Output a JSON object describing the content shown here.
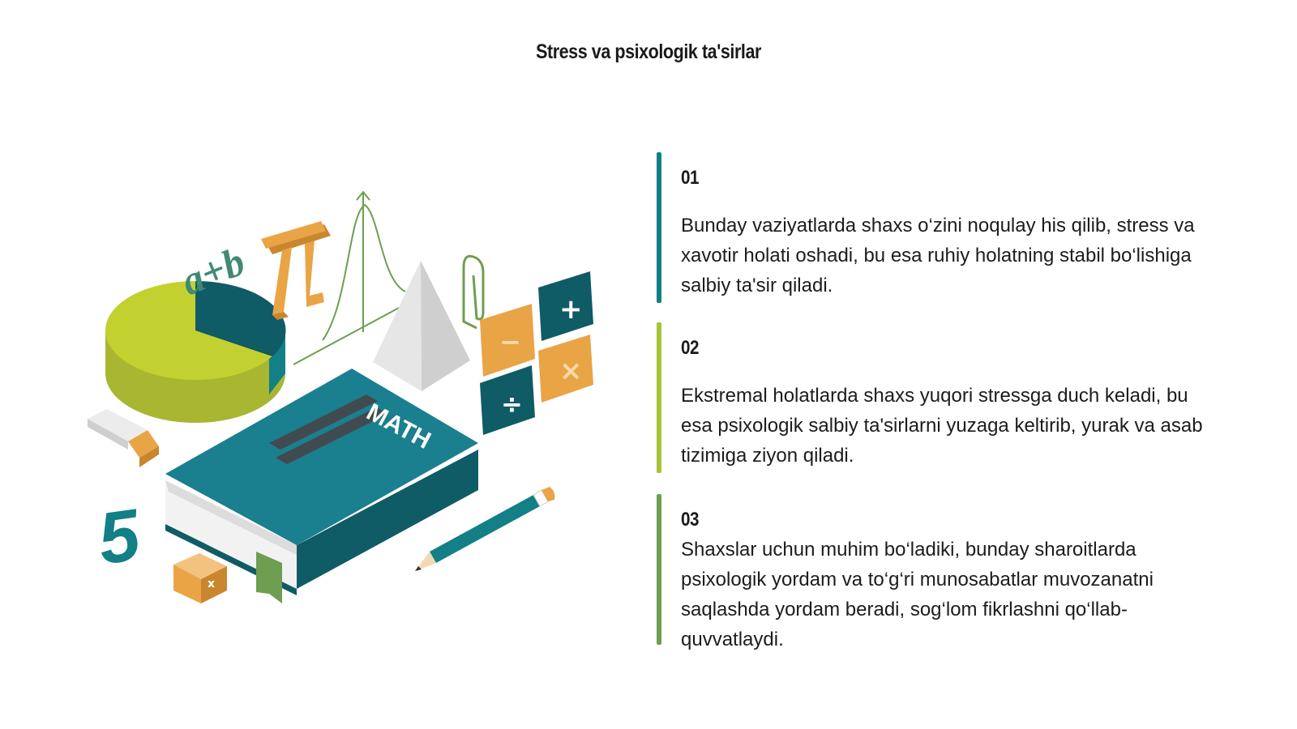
{
  "title": "Stress va psixologik ta'sirlar",
  "illustration": {
    "book_label": "MATH",
    "formula": "a+b",
    "pi_glyph": "π",
    "number": "5",
    "key_plus": "+",
    "key_minus": "−",
    "key_divide": "÷",
    "key_multiply": "×",
    "cube_mark": "x"
  },
  "items": [
    {
      "number": "01",
      "text": "Bunday vaziyatlarda shaxs o‘zini noqulay his qilib, stress va xavotir holati oshadi, bu esa ruhiy holatning stabil bo‘lishiga salbiy ta'sir qiladi.",
      "color": "#137f87"
    },
    {
      "number": "02",
      "text": "Ekstremal holatlarda shaxs yuqori stressga duch keladi, bu esa psixologik salbiy ta'sirlarni yuzaga keltirib, yurak va asab tizimiga ziyon qiladi.",
      "color": "#a8c23a"
    },
    {
      "number": "03",
      "text": "Shaxslar uchun muhim bo‘ladiki, bunday sharoitlarda psixologik yordam va to‘g‘ri munosabatlar muvozanatni saqlashda yordam beradi, sog‘lom fikrlashni qo‘llab-quvvatlaydi.",
      "color": "#6e9e50"
    }
  ],
  "colors": {
    "teal": "#137f87",
    "dark_teal": "#0f5b66",
    "lime": "#b9c92e",
    "olive": "#a8b632",
    "orange": "#e9a446",
    "orange_dark": "#c9862f",
    "green_line": "#6e9e50"
  }
}
